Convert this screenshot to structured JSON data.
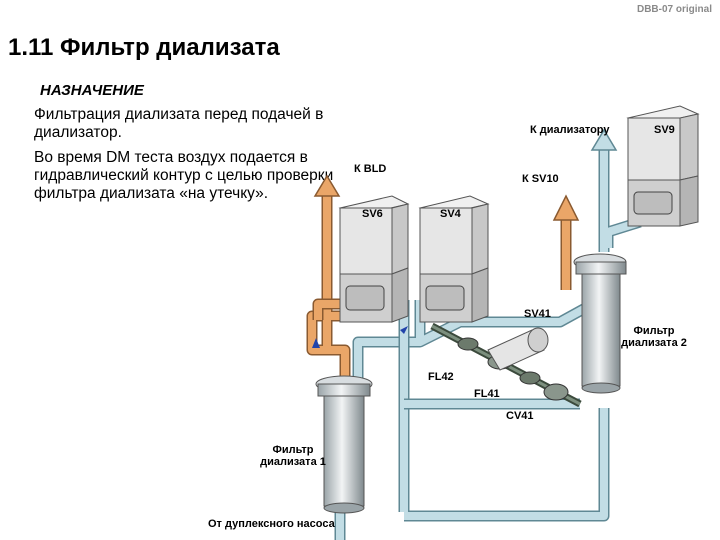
{
  "corner_tag": "DBB-07 original",
  "title": "1.11 Фильтр диализата",
  "purpose_heading": "НАЗНАЧЕНИЕ",
  "paragraphs": [
    "Фильтрация диализата перед подачей в диализатор.",
    "Во время DM теста воздух подается в гидравлический контур с целью проверки фильтра диализата «на утечку»."
  ],
  "labels": {
    "k_bld": "К BLD",
    "sv6": "SV6",
    "sv4": "SV4",
    "k_dialyzer": "К диализатору",
    "sv9": "SV9",
    "k_sv10": "К SV10",
    "sv41": "SV41",
    "filter2_line1": "Фильтр",
    "filter2_line2": "диализата 2",
    "fl42": "FL42",
    "fl41": "FL41",
    "cv41": "CV41",
    "filter1_line1": "Фильтр",
    "filter1_line2": "диализата 1",
    "from_pump": "От дуплексного насоса"
  },
  "colors": {
    "orange_line": "#e8a060",
    "blue_line": "#b8d4dc",
    "arrow_blue": "#2244aa"
  }
}
